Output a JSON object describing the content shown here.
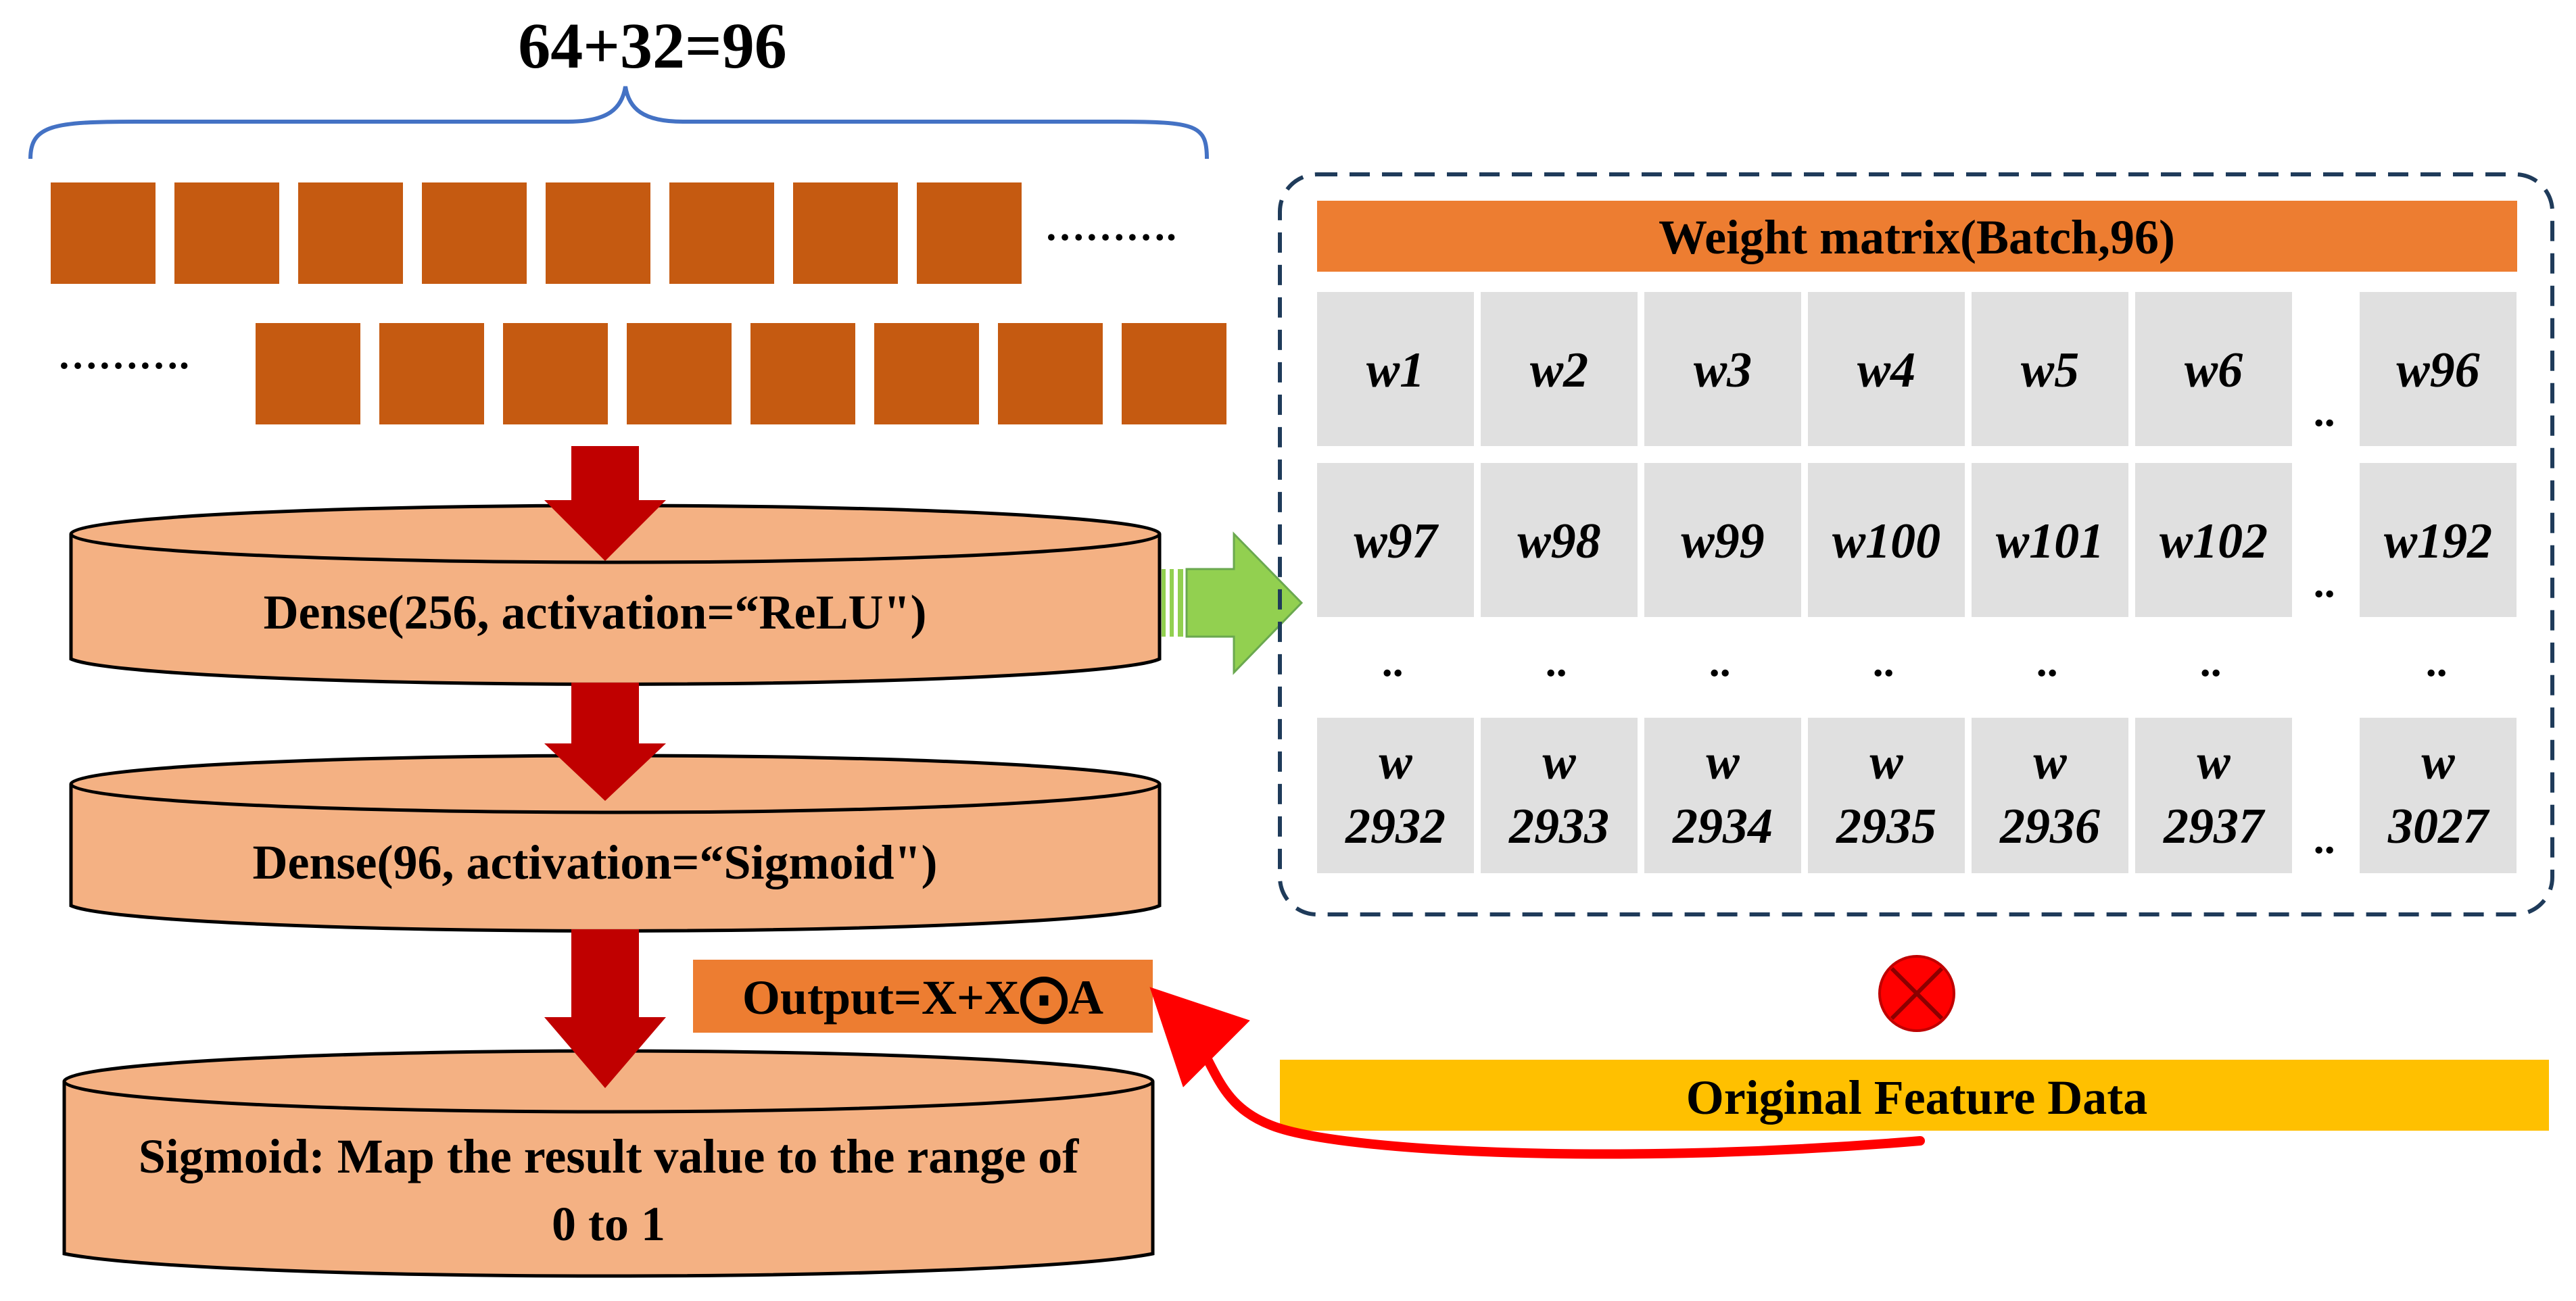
{
  "diagram": {
    "feature_count_label": "64+32=96",
    "layers": [
      {
        "label": "Dense(256, activation=“ReLU\")"
      },
      {
        "label": "Dense(96, activation=“Sigmoid\")"
      },
      {
        "label_line1": "Sigmoid: Map the result value to the range of",
        "label_line2": "0 to 1"
      }
    ],
    "output_label": "Output=X+X⨀A",
    "weight_matrix": {
      "title": "Weight matrix(Batch,96)",
      "rows": [
        [
          "w1",
          "w2",
          "w3",
          "w4",
          "w5",
          "w6",
          "w96"
        ],
        [
          "w97",
          "w98",
          "w99",
          "w100",
          "w101",
          "w102",
          "w192"
        ],
        [
          [
            "w",
            "2932"
          ],
          [
            "w",
            "2933"
          ],
          [
            "w",
            "2934"
          ],
          [
            "w",
            "2935"
          ],
          [
            "w",
            "2936"
          ],
          [
            "w",
            "2937"
          ],
          [
            "w",
            "3027"
          ]
        ]
      ],
      "ellipsis": ".."
    },
    "input_ellipsis": "……….",
    "original_feature_label": "Original Feature Data",
    "multiply_symbol": "multiply-circle-icon",
    "colors": {
      "feature_block": "#c55a11",
      "layer_fill": "#f4b183",
      "arrow_down": "#c00000",
      "arrow_right": "#92d050",
      "brace": "#4472c4",
      "matrix_title_bg": "#ed7d31",
      "cell_bg": "#e0e0e0",
      "output_bg": "#ed7d31",
      "original_bg": "#ffc000",
      "curve": "#ff0000",
      "matrix_border": "#1f3b5a"
    }
  }
}
